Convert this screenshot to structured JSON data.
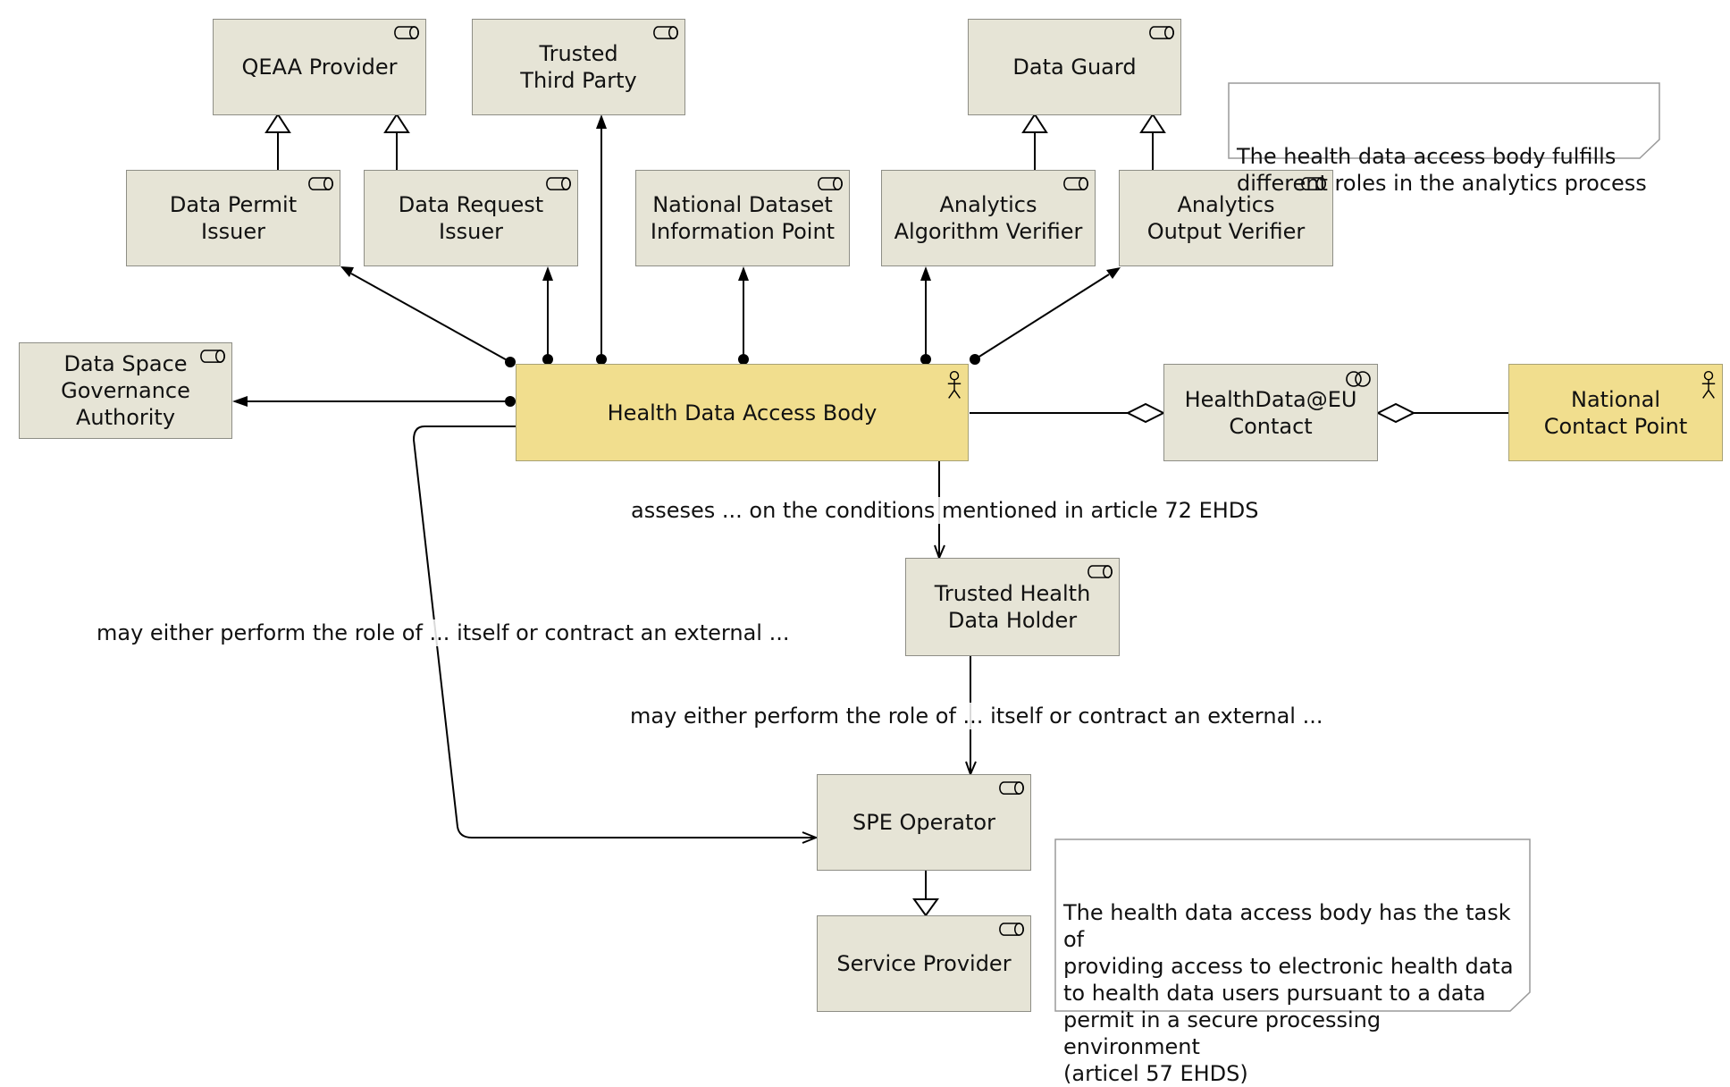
{
  "nodes": {
    "qeaa_provider": "QEAA Provider",
    "trusted_third_party": "Trusted\nThird Party",
    "data_guard": "Data Guard",
    "data_permit_issuer": "Data Permit\nIssuer",
    "data_request_issuer": "Data Request\nIssuer",
    "national_dataset_information_point": "National Dataset\nInformation Point",
    "analytics_algorithm_verifier": "Analytics\nAlgorithm Verifier",
    "analytics_output_verifier": "Analytics\nOutput Verifier",
    "data_space_governance_authority": "Data Space\nGovernance\nAuthority",
    "health_data_access_body": "Health Data Access Body",
    "healthdata_eu_contact": "HealthData@EU\nContact",
    "national_contact_point": "National\nContact Point",
    "trusted_health_data_holder": "Trusted Health\nData Holder",
    "spe_operator": "SPE Operator",
    "service_provider": "Service Provider"
  },
  "edge_labels": {
    "assesses": "asseses ... on the conditions mentioned in article 72 EHDS",
    "perform_role_left": "may either perform the role of ... itself or contract an external ...",
    "perform_role_center": "may either perform the role of ... itself or contract an external ..."
  },
  "notes": {
    "roles_note": "The health data access body fulfills\ndifferent roles in the analytics process",
    "task_note": "The health data access body has the task of\nproviding access to electronic health data\nto health data users pursuant to a data\npermit in a secure processing environment\n(articel 57 EHDS)"
  },
  "icons": {
    "role": "role-icon",
    "actor": "actor-icon",
    "collaboration": "collaboration-icon"
  },
  "colors": {
    "role_fill": "#e6e4d6",
    "actor_fill": "#f1de8e",
    "border": "#8e8e86",
    "line": "#000000"
  }
}
